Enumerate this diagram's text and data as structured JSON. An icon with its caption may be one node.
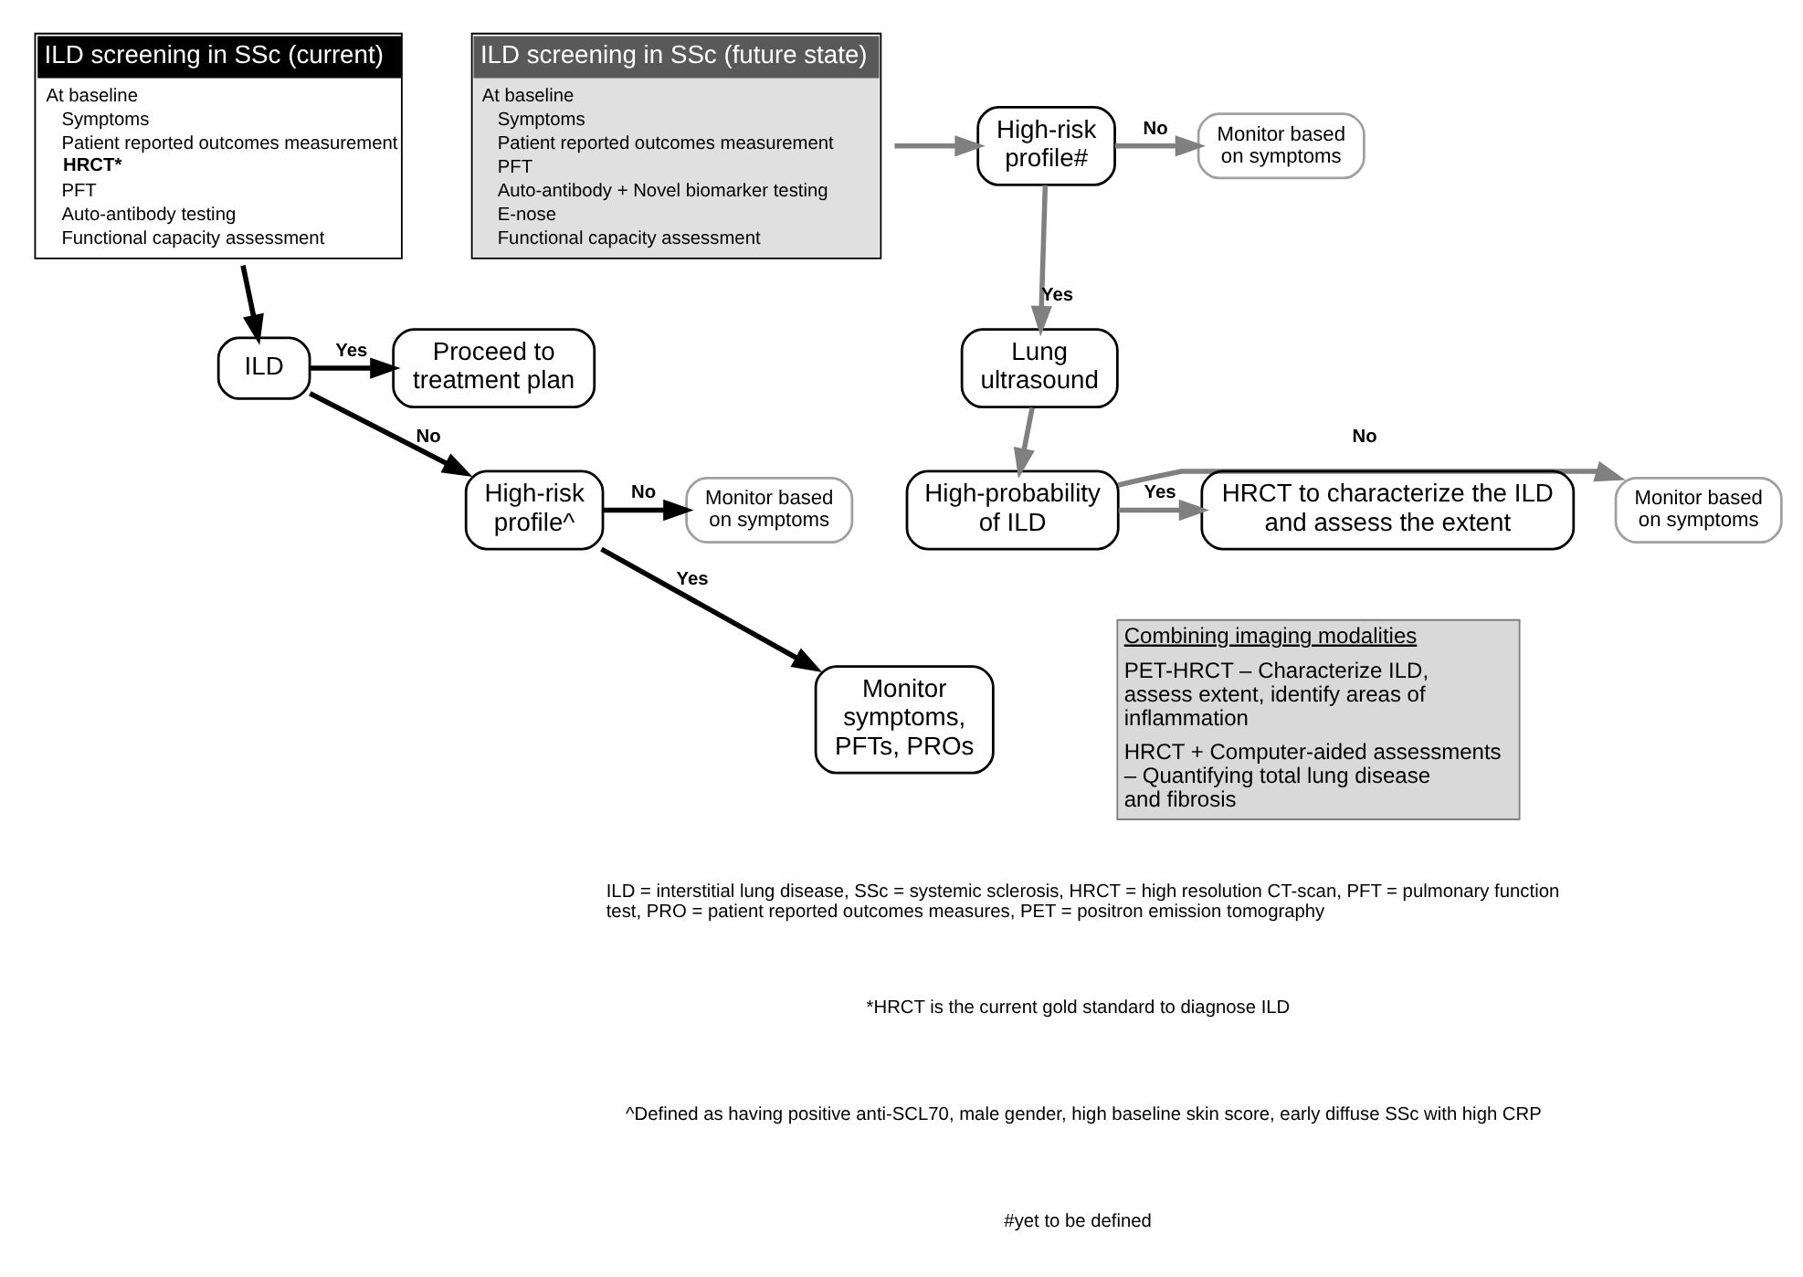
{
  "diagram": {
    "nodes": [
      {
        "text": [
          "ILD screening in SSc (current)",
          "At baseline",
          "Symptoms",
          "Patient reported outcomes measurement",
          "HRCT*",
          "PFT",
          "Auto-antibody testing",
          "Functional capacity assessment"
        ]
      },
      {
        "text": [
          "ILD"
        ]
      },
      {
        "text": [
          "Proceed to treatment plan"
        ]
      },
      {
        "text": [
          "High-risk profile^"
        ]
      },
      {
        "text": [
          "Monitor based on symptoms"
        ]
      },
      {
        "text": [
          "Monitor symptoms, PFTs, PROs"
        ]
      },
      {
        "text": [
          "ILD screening in SSc (future state)",
          "At baseline",
          "Symptoms",
          "Patient reported outcomes measurement",
          "PFT",
          "Auto-antibody + Novel biomarker testing",
          "E-nose",
          "Functional capacity assessment"
        ]
      },
      {
        "text": [
          "High-risk profile#"
        ]
      },
      {
        "text": [
          "Monitor based on symptoms"
        ]
      },
      {
        "text": [
          "Lung ultrasound"
        ]
      },
      {
        "text": [
          "High-probability of ILD"
        ]
      },
      {
        "text": [
          "Monitor based on symptoms"
        ]
      },
      {
        "text": [
          "HRCT to characterize the ILD and assess the extent"
        ]
      },
      {
        "text": [
          "Combining imaging modalities",
          "PET-HRCT – Characterize ILD, assess extent, identify areas of inflammation",
          "HRCT + Computer-aided assessments – Quantifying total lung disease and fibrosis"
        ]
      }
    ],
    "edges": [
      {
        "from": 0,
        "to": 1,
        "arrow": "to",
        "color": "#000000"
      },
      {
        "from": 1,
        "to": 2,
        "arrow": "to",
        "label": "Yes",
        "color": "#000000"
      },
      {
        "from": 1,
        "to": 3,
        "arrow": "to",
        "label": "No",
        "color": "#000000"
      },
      {
        "from": 3,
        "to": 4,
        "arrow": "to",
        "label": "No",
        "color": "#000000"
      },
      {
        "from": 3,
        "to": 5,
        "arrow": "to",
        "label": "Yes",
        "color": "#000000"
      },
      {
        "from": 6,
        "to": 7,
        "arrow": "to",
        "color": "#808080"
      },
      {
        "from": 7,
        "to": 8,
        "arrow": "to",
        "label": "No",
        "color": "#808080"
      },
      {
        "from": 7,
        "to": 9,
        "arrow": "to",
        "label": "Yes",
        "color": "#808080"
      },
      {
        "from": 9,
        "to": 10,
        "arrow": "to",
        "color": "#808080"
      },
      {
        "from": 10,
        "to": 11,
        "arrow": "to",
        "label": "No",
        "color": "#808080"
      },
      {
        "from": 10,
        "to": 12,
        "arrow": "to",
        "label": "Yes",
        "color": "#808080"
      }
    ],
    "labels": [
      "ILD = interstitial lung disease, SSc = systemic sclerosis, HRCT = high resolution CT-scan, PFT = pulmonary function test, PRO = patient reported outcomes measures, PET = positron emission tomography",
      "*HRCT is the current gold standard to diagnose ILD",
      "^Defined as having positive anti-SCL70, male gender, high baseline skin score, early diffuse SSc with high CRP",
      "#yet to be defined"
    ]
  }
}
